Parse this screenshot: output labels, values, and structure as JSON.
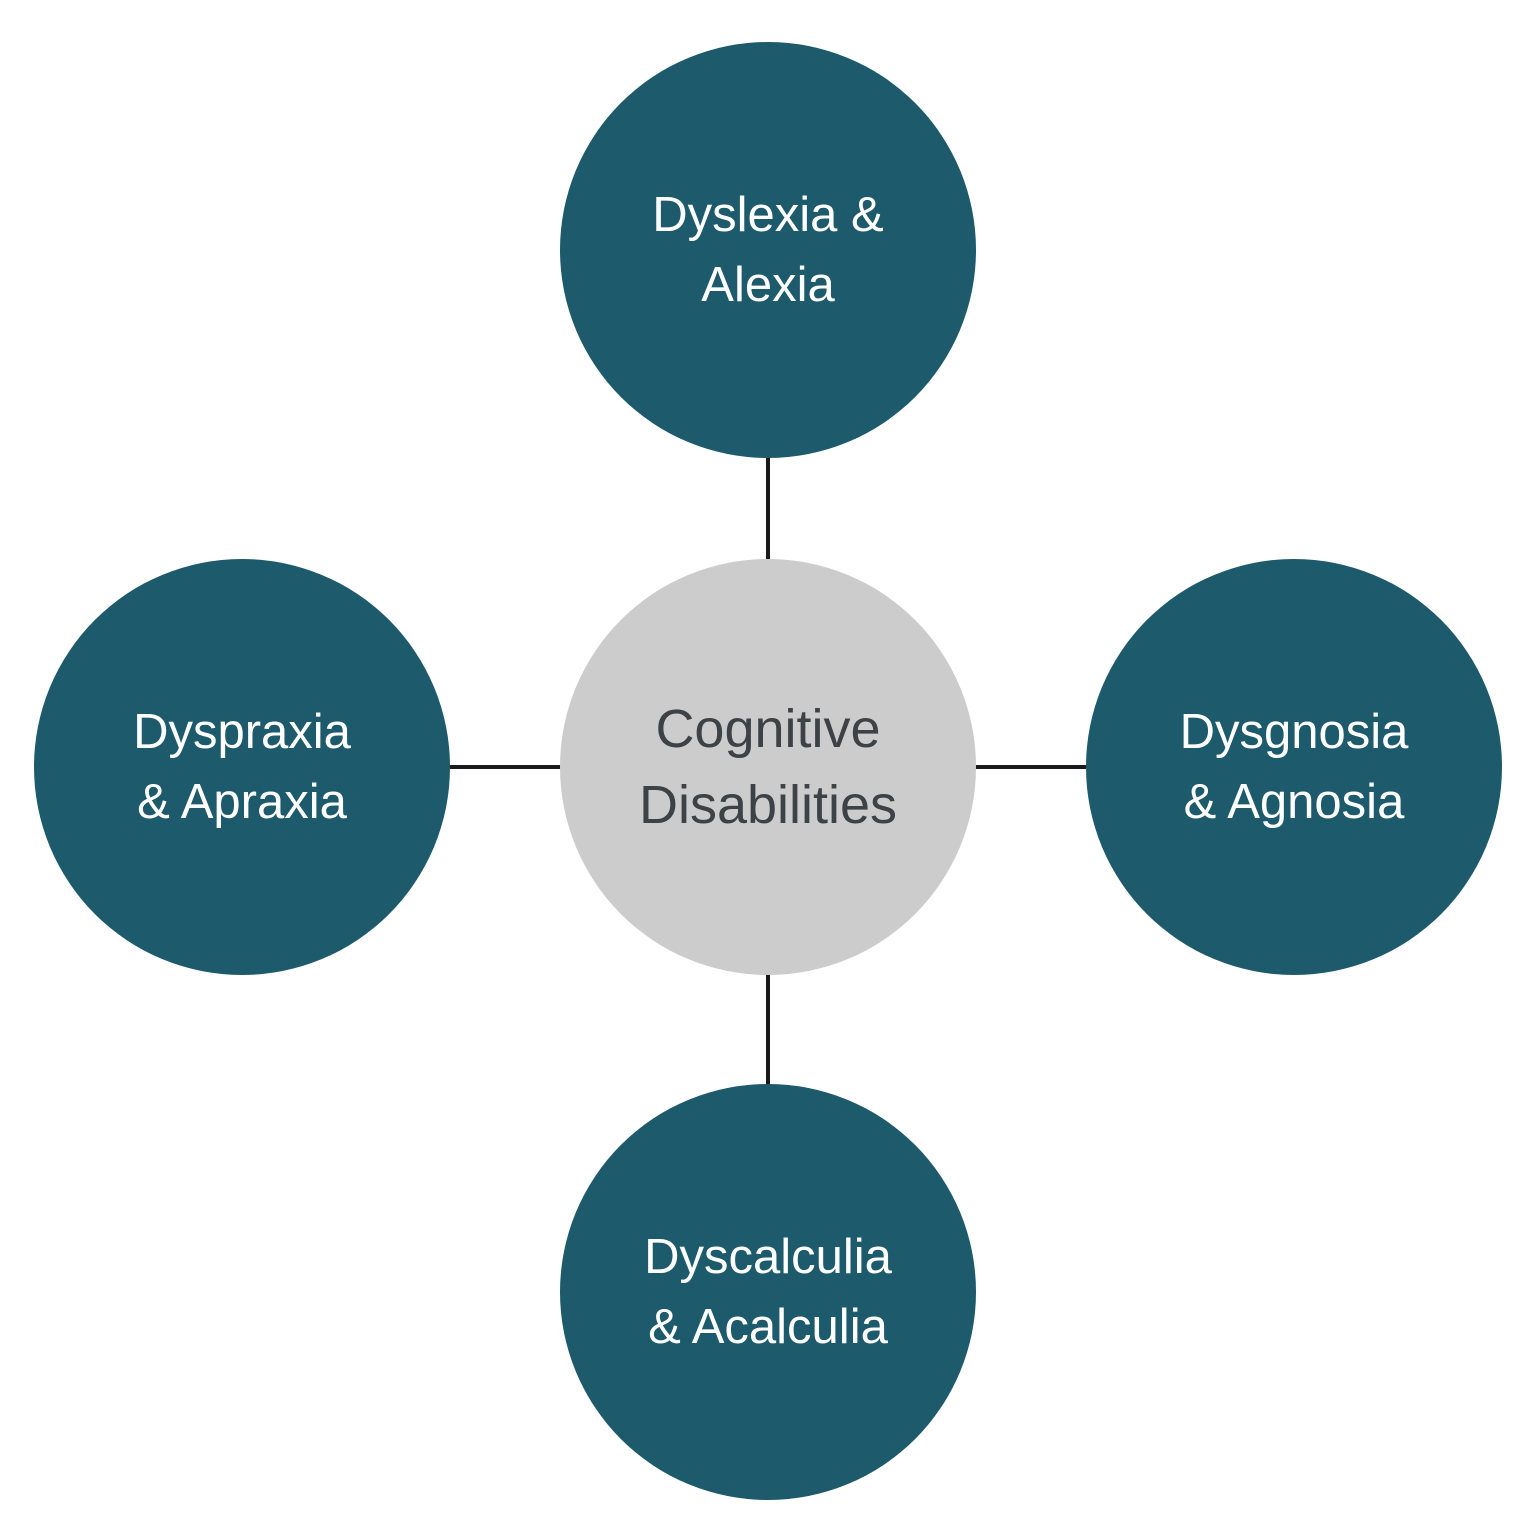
{
  "diagram": {
    "center": {
      "line1": "Cognitive",
      "line2": "Disabilities",
      "fill": "#cccccc",
      "text_color": "#3d4247"
    },
    "nodes": {
      "top": {
        "line1": "Dyslexia &",
        "line2": "Alexia"
      },
      "left": {
        "line1": "Dyspraxia",
        "line2": "& Apraxia"
      },
      "right": {
        "line1": "Dysgnosia",
        "line2": "& Agnosia"
      },
      "bottom": {
        "line1": "Dyscalculia",
        "line2": "& Acalculia"
      }
    },
    "node_fill": "#1d5a6c",
    "node_text_color": "#ffffff",
    "connector_color": "#1a1a1a"
  }
}
